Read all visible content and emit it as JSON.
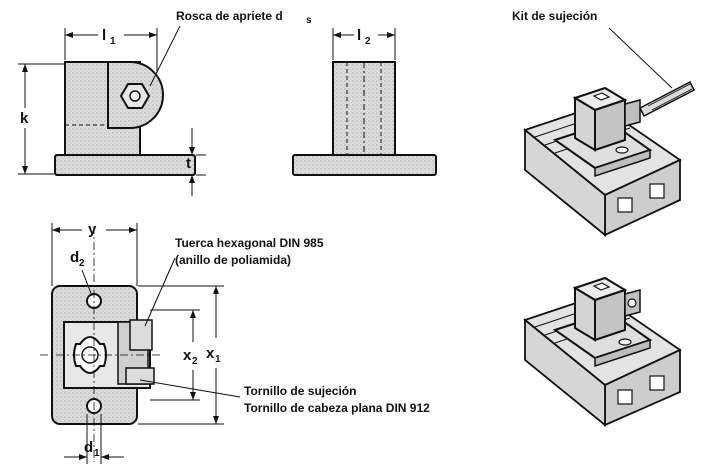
{
  "front_view": {
    "dim_l1": "l",
    "dim_l1_sub": "1",
    "dim_k": "k",
    "dim_t": "t",
    "callout_thread": "Rosca de apriete d",
    "callout_thread_sub": "s"
  },
  "side_view": {
    "dim_l2": "l",
    "dim_l2_sub": "2"
  },
  "top_view": {
    "dim_y": "y",
    "dim_d2": "d",
    "dim_d2_sub": "2",
    "dim_d1": "d",
    "dim_d1_sub": "1",
    "dim_x2": "x",
    "dim_x2_sub": "2",
    "dim_x1": "x",
    "dim_x1_sub": "1",
    "callout_nut_line1": "Tuerca hexagonal DIN 985",
    "callout_nut_line2": "(anillo de poliamida)",
    "callout_screw_line1": "Tornillo de sujeción",
    "callout_screw_line2": "Tornillo de cabeza plana DIN 912"
  },
  "iso_views": {
    "callout_kit": "Kit de sujeción"
  },
  "colors": {
    "ink": "#111111",
    "fill": "#d8d8d8",
    "light": "#ececec"
  }
}
